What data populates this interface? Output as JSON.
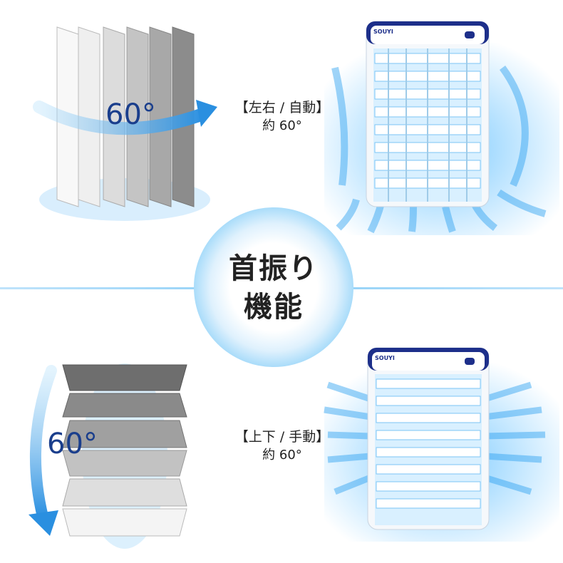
{
  "center": {
    "line1": "首振り",
    "line2": "機能"
  },
  "horizontal": {
    "mode": "【左右 / 自動】",
    "angle": "約 60°",
    "diagram_angle": "60°"
  },
  "vertical": {
    "mode": "【上下 / 手動】",
    "angle": "約 60°",
    "diagram_angle": "60°"
  },
  "product": {
    "brand_logo": "SOUYI"
  },
  "colors": {
    "accent_blue": "#2a8fe0",
    "navy": "#1d2f8a",
    "glow": "#8fd0ff"
  }
}
